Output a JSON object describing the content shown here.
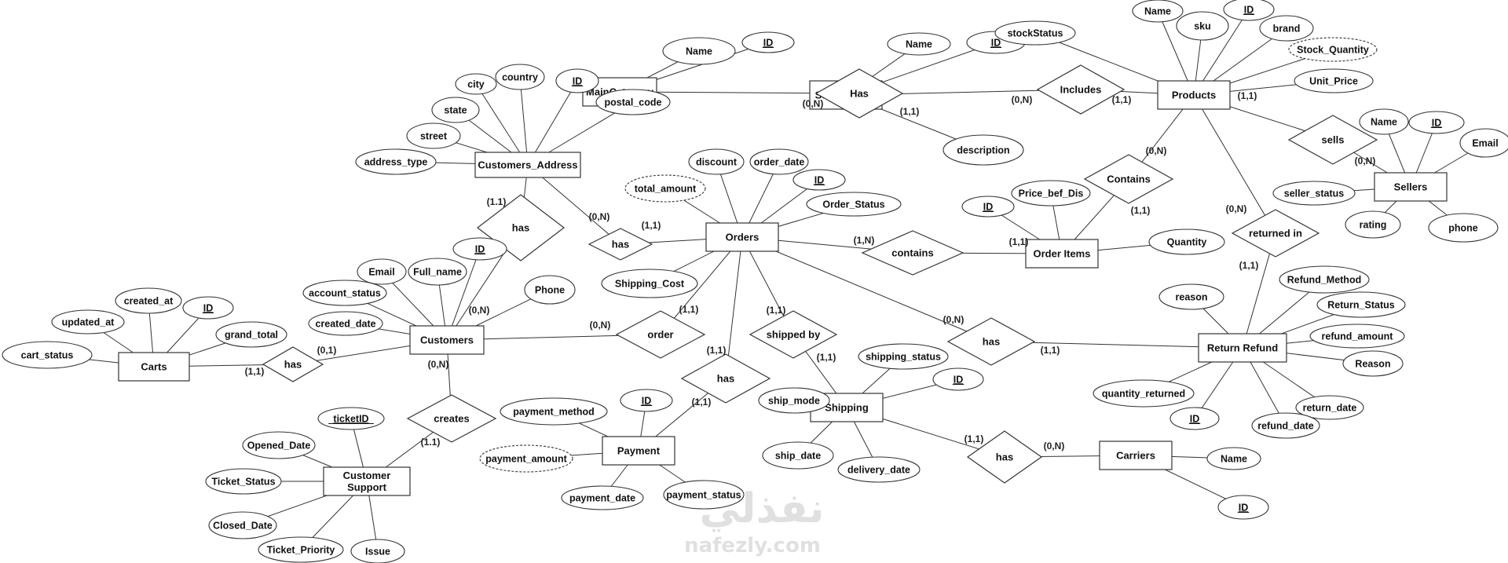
{
  "diagram": {
    "entities": [
      {
        "id": "maincategory",
        "label": "MainCategory"
      },
      {
        "id": "subcategory",
        "label": "Subcategory"
      },
      {
        "id": "products",
        "label": "Products"
      },
      {
        "id": "customers_address",
        "label": "Customers_Address"
      },
      {
        "id": "orders",
        "label": "Orders"
      },
      {
        "id": "sellers",
        "label": "Sellers"
      },
      {
        "id": "order_items",
        "label": "Order Items"
      },
      {
        "id": "customers",
        "label": "Customers"
      },
      {
        "id": "carts",
        "label": "Carts"
      },
      {
        "id": "return_refund",
        "label": "Return Refund"
      },
      {
        "id": "shipping",
        "label": "Shipping"
      },
      {
        "id": "payment",
        "label": "Payment"
      },
      {
        "id": "carriers",
        "label": "Carriers"
      },
      {
        "id": "customer_support",
        "label": "Customer\nSupport"
      }
    ],
    "relationships": [
      {
        "id": "r_has_cat",
        "label": "Has",
        "connects": [
          "maincategory",
          "subcategory"
        ]
      },
      {
        "id": "r_includes",
        "label": "Includes",
        "connects": [
          "subcategory",
          "products"
        ]
      },
      {
        "id": "r_sells",
        "label": "sells",
        "connects": [
          "products",
          "sellers"
        ]
      },
      {
        "id": "r_contains_prod",
        "label": "Contains",
        "connects": [
          "products",
          "order_items"
        ]
      },
      {
        "id": "r_returned_in",
        "label": "returned in",
        "connects": [
          "products",
          "return_refund"
        ]
      },
      {
        "id": "r_has_addr",
        "label": "has",
        "connects": [
          "customers_address",
          "customers"
        ]
      },
      {
        "id": "r_has_ord_addr",
        "label": "has",
        "connects": [
          "customers_address",
          "orders"
        ]
      },
      {
        "id": "r_contains",
        "label": "contains",
        "connects": [
          "orders",
          "order_items"
        ]
      },
      {
        "id": "r_order",
        "label": "order",
        "connects": [
          "customers",
          "orders"
        ]
      },
      {
        "id": "r_shipped_by",
        "label": "shipped by",
        "connects": [
          "orders",
          "shipping"
        ]
      },
      {
        "id": "r_has_return",
        "label": "has",
        "connects": [
          "orders",
          "return_refund"
        ]
      },
      {
        "id": "r_has_pay",
        "label": "has",
        "connects": [
          "orders",
          "payment"
        ]
      },
      {
        "id": "r_has_cart",
        "label": "has",
        "connects": [
          "carts",
          "customers"
        ]
      },
      {
        "id": "r_creates",
        "label": "creates",
        "connects": [
          "customers",
          "customer_support"
        ]
      },
      {
        "id": "r_has_carrier",
        "label": "has",
        "connects": [
          "shipping",
          "carriers"
        ]
      }
    ],
    "attributes": [
      {
        "id": "mc_name",
        "label": "Name",
        "of": "maincategory"
      },
      {
        "id": "mc_id",
        "label": "ID",
        "of": "maincategory",
        "key": true
      },
      {
        "id": "sc_name",
        "label": "Name",
        "of": "subcategory"
      },
      {
        "id": "sc_id",
        "label": "ID",
        "of": "subcategory",
        "key": true
      },
      {
        "id": "sc_desc",
        "label": "description",
        "of": "subcategory"
      },
      {
        "id": "p_stock",
        "label": "stockStatus",
        "of": "products"
      },
      {
        "id": "p_name",
        "label": "Name",
        "of": "products"
      },
      {
        "id": "p_sku",
        "label": "sku",
        "of": "products"
      },
      {
        "id": "p_id",
        "label": "ID",
        "of": "products",
        "key": true
      },
      {
        "id": "p_brand",
        "label": "brand",
        "of": "products"
      },
      {
        "id": "p_stockqty",
        "label": "Stock_Quantity",
        "of": "products",
        "derived": true
      },
      {
        "id": "p_price",
        "label": "Unit_Price",
        "of": "products"
      },
      {
        "id": "ca_city",
        "label": "city",
        "of": "customers_address"
      },
      {
        "id": "ca_country",
        "label": "country",
        "of": "customers_address"
      },
      {
        "id": "ca_id",
        "label": "ID",
        "of": "customers_address",
        "key": true
      },
      {
        "id": "ca_state",
        "label": "state",
        "of": "customers_address"
      },
      {
        "id": "ca_postal",
        "label": "postal_code",
        "of": "customers_address"
      },
      {
        "id": "ca_street",
        "label": "street",
        "of": "customers_address"
      },
      {
        "id": "ca_type",
        "label": "address_type",
        "of": "customers_address"
      },
      {
        "id": "o_discount",
        "label": "discount",
        "of": "orders"
      },
      {
        "id": "o_date",
        "label": "order_date",
        "of": "orders"
      },
      {
        "id": "o_total",
        "label": "total_amount",
        "of": "orders",
        "derived": true
      },
      {
        "id": "o_id",
        "label": "ID",
        "of": "orders",
        "key": true
      },
      {
        "id": "o_status",
        "label": "Order_Status",
        "of": "orders"
      },
      {
        "id": "o_shipcost",
        "label": "Shipping_Cost",
        "of": "orders"
      },
      {
        "id": "s_name",
        "label": "Name",
        "of": "sellers"
      },
      {
        "id": "s_id",
        "label": "ID",
        "of": "sellers",
        "key": true
      },
      {
        "id": "s_email",
        "label": "Email",
        "of": "sellers"
      },
      {
        "id": "s_status",
        "label": "seller_status",
        "of": "sellers"
      },
      {
        "id": "s_rating",
        "label": "rating",
        "of": "sellers"
      },
      {
        "id": "s_phone",
        "label": "phone",
        "of": "sellers"
      },
      {
        "id": "oi_id",
        "label": "ID",
        "of": "order_items",
        "key": true
      },
      {
        "id": "oi_price",
        "label": "Price_bef_Dis",
        "of": "order_items"
      },
      {
        "id": "oi_qty",
        "label": "Quantity",
        "of": "order_items"
      },
      {
        "id": "cu_email",
        "label": "Email",
        "of": "customers"
      },
      {
        "id": "cu_fullname",
        "label": "Full_name",
        "of": "customers"
      },
      {
        "id": "cu_id",
        "label": "ID",
        "of": "customers",
        "key": true
      },
      {
        "id": "cu_acct",
        "label": "account_status",
        "of": "customers"
      },
      {
        "id": "cu_phone",
        "label": "Phone",
        "of": "customers"
      },
      {
        "id": "cu_created",
        "label": "created_date",
        "of": "customers"
      },
      {
        "id": "ct_created",
        "label": "created_at",
        "of": "carts"
      },
      {
        "id": "ct_id",
        "label": "ID",
        "of": "carts",
        "key": true
      },
      {
        "id": "ct_updated",
        "label": "updated_at",
        "of": "carts"
      },
      {
        "id": "ct_total",
        "label": "grand_total",
        "of": "carts"
      },
      {
        "id": "ct_status",
        "label": "cart_status",
        "of": "carts"
      },
      {
        "id": "rr_reason",
        "label": "reason",
        "of": "return_refund"
      },
      {
        "id": "rr_method",
        "label": "Refund_Method",
        "of": "return_refund"
      },
      {
        "id": "rr_status",
        "label": "Return_Status",
        "of": "return_refund"
      },
      {
        "id": "rr_amount",
        "label": "refund_amount",
        "of": "return_refund"
      },
      {
        "id": "rr_reason2",
        "label": "Reason",
        "of": "return_refund"
      },
      {
        "id": "rr_qty",
        "label": "quantity_returned",
        "of": "return_refund"
      },
      {
        "id": "rr_retdate",
        "label": "return_date",
        "of": "return_refund"
      },
      {
        "id": "rr_id",
        "label": "ID",
        "of": "return_refund",
        "key": true
      },
      {
        "id": "rr_refdate",
        "label": "refund_date",
        "of": "return_refund"
      },
      {
        "id": "sh_status",
        "label": "shipping_status",
        "of": "shipping"
      },
      {
        "id": "sh_id",
        "label": "ID",
        "of": "shipping",
        "key": true
      },
      {
        "id": "sh_mode",
        "label": "ship_mode",
        "of": "shipping"
      },
      {
        "id": "sh_date",
        "label": "ship_date",
        "of": "shipping"
      },
      {
        "id": "sh_delivery",
        "label": "delivery_date",
        "of": "shipping"
      },
      {
        "id": "pa_id",
        "label": "ID",
        "of": "payment",
        "key": true
      },
      {
        "id": "pa_method",
        "label": "payment_method",
        "of": "payment"
      },
      {
        "id": "pa_amount",
        "label": "payment_amount",
        "of": "payment",
        "derived": true
      },
      {
        "id": "pa_date",
        "label": "payment_date",
        "of": "payment"
      },
      {
        "id": "pa_status",
        "label": "payment_status",
        "of": "payment"
      },
      {
        "id": "cr_name",
        "label": "Name",
        "of": "carriers"
      },
      {
        "id": "cr_id",
        "label": "ID",
        "of": "carriers",
        "key": true
      },
      {
        "id": "cs_ticket",
        "label": "ticketID",
        "of": "customer_support",
        "key": true
      },
      {
        "id": "cs_opened",
        "label": "Opened_Date",
        "of": "customer_support"
      },
      {
        "id": "cs_status",
        "label": "Ticket_Status",
        "of": "customer_support"
      },
      {
        "id": "cs_closed",
        "label": "Closed_Date",
        "of": "customer_support"
      },
      {
        "id": "cs_priority",
        "label": "Ticket_Priority",
        "of": "customer_support"
      },
      {
        "id": "cs_issue",
        "label": "Issue",
        "of": "customer_support"
      }
    ],
    "cardinalities": [
      {
        "id": "c1",
        "label": "(0,N)"
      },
      {
        "id": "c2",
        "label": "(1,1)"
      },
      {
        "id": "c3",
        "label": "(0,N)"
      },
      {
        "id": "c4",
        "label": "(1,1)"
      },
      {
        "id": "c5",
        "label": "(1,1)"
      },
      {
        "id": "c6",
        "label": "(0,N)"
      },
      {
        "id": "c7",
        "label": "(0,N)"
      },
      {
        "id": "c8",
        "label": "(1,1)"
      },
      {
        "id": "c9",
        "label": "(0,N)"
      },
      {
        "id": "c10",
        "label": "(1,1)"
      },
      {
        "id": "c11",
        "label": "(1.1)"
      },
      {
        "id": "c12",
        "label": "(0,N)"
      },
      {
        "id": "c13",
        "label": "(1,1)"
      },
      {
        "id": "c14",
        "label": "(0,N)"
      },
      {
        "id": "c15",
        "label": "(1,N)"
      },
      {
        "id": "c16",
        "label": "(1,1)"
      },
      {
        "id": "c17",
        "label": "(0,N)"
      },
      {
        "id": "c18",
        "label": "(1,1)"
      },
      {
        "id": "c19",
        "label": "(1,1)"
      },
      {
        "id": "c20",
        "label": "(1,1)"
      },
      {
        "id": "c21",
        "label": "(0,N)"
      },
      {
        "id": "c22",
        "label": "(1,1)"
      },
      {
        "id": "c23",
        "label": "(1,1)"
      },
      {
        "id": "c24",
        "label": "(1,1)"
      },
      {
        "id": "c25",
        "label": "(0,1)"
      },
      {
        "id": "c26",
        "label": "(1,1)"
      },
      {
        "id": "c27",
        "label": "(0,N)"
      },
      {
        "id": "c28",
        "label": "(1.1)"
      },
      {
        "id": "c29",
        "label": "(1,1)"
      },
      {
        "id": "c30",
        "label": "(0,N)"
      }
    ],
    "watermark": {
      "line1": "نفذلي",
      "line2": "nafezly.com"
    }
  }
}
